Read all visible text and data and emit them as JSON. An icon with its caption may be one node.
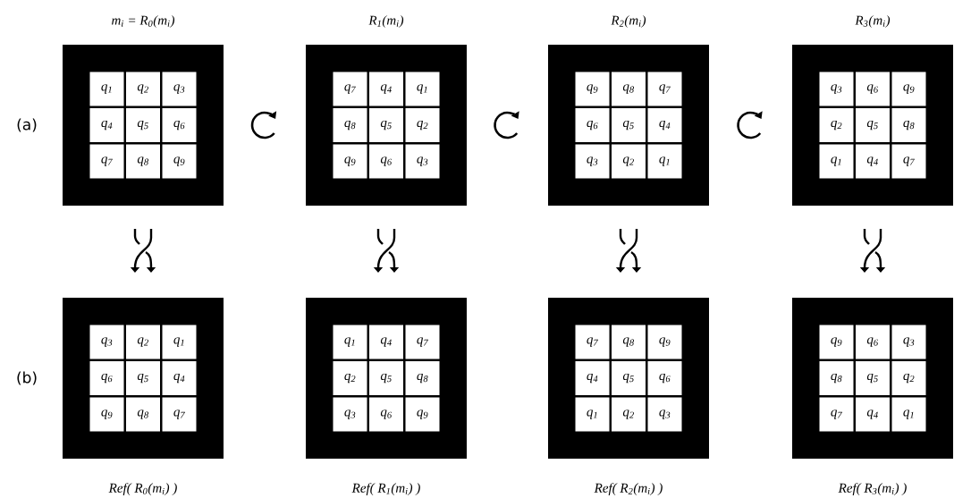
{
  "diagram": {
    "nodes": [
      {
        "text": [
          "m$_{i}$ = R$_{0}$(m$_{i}$)"
        ]
      },
      {
        "text": [
          "q$_{1}$"
        ],
        "in": 0
      },
      {
        "text": [
          "q$_{2}$"
        ],
        "in": 0
      },
      {
        "text": [
          "q$_{3}$"
        ],
        "in": 0
      },
      {
        "text": [
          "q$_{4}$"
        ],
        "in": 0
      },
      {
        "text": [
          "q$_{5}$"
        ],
        "in": 0
      },
      {
        "text": [
          "q$_{6}$"
        ],
        "in": 0
      },
      {
        "text": [
          "q$_{7}$"
        ],
        "in": 0
      },
      {
        "text": [
          "q$_{8}$"
        ],
        "in": 0
      },
      {
        "text": [
          "q$_{9}$"
        ],
        "in": 0
      },
      {
        "text": [
          "R$_{1}$(m$_{i}$)"
        ]
      },
      {
        "text": [
          "q$_{7}$"
        ],
        "in": 10
      },
      {
        "text": [
          "q$_{4}$"
        ],
        "in": 10
      },
      {
        "text": [
          "q$_{1}$"
        ],
        "in": 10
      },
      {
        "text": [
          "q$_{8}$"
        ],
        "in": 10
      },
      {
        "text": [
          "q$_{5}$"
        ],
        "in": 10
      },
      {
        "text": [
          "q$_{2}$"
        ],
        "in": 10
      },
      {
        "text": [
          "q$_{9}$"
        ],
        "in": 10
      },
      {
        "text": [
          "q$_{6}$"
        ],
        "in": 10
      },
      {
        "text": [
          "q$_{3}$"
        ],
        "in": 10
      },
      {
        "text": [
          "R$_{2}$(m$_{i}$)"
        ]
      },
      {
        "text": [
          "q$_{9}$"
        ],
        "in": 20
      },
      {
        "text": [
          "q$_{8}$"
        ],
        "in": 20
      },
      {
        "text": [
          "q$_{7}$"
        ],
        "in": 20
      },
      {
        "text": [
          "q$_{6}$"
        ],
        "in": 20
      },
      {
        "text": [
          "q$_{5}$"
        ],
        "in": 20
      },
      {
        "text": [
          "q$_{4}$"
        ],
        "in": 20
      },
      {
        "text": [
          "q$_{3}$"
        ],
        "in": 20
      },
      {
        "text": [
          "q$_{2}$"
        ],
        "in": 20
      },
      {
        "text": [
          "q$_{1}$"
        ],
        "in": 20
      },
      {
        "text": [
          "R$_{3}$(m$_{i}$)"
        ]
      },
      {
        "text": [
          "q$_{3}$"
        ],
        "in": 30
      },
      {
        "text": [
          "q$_{6}$"
        ],
        "in": 30
      },
      {
        "text": [
          "q$_{9}$"
        ],
        "in": 30
      },
      {
        "text": [
          "q$_{2}$"
        ],
        "in": 30
      },
      {
        "text": [
          "q$_{5}$"
        ],
        "in": 30
      },
      {
        "text": [
          "q$_{8}$"
        ],
        "in": 30
      },
      {
        "text": [
          "q$_{1}$"
        ],
        "in": 30
      },
      {
        "text": [
          "q$_{4}$"
        ],
        "in": 30
      },
      {
        "text": [
          "q$_{7}$"
        ],
        "in": 30
      },
      {
        "text": [
          "Ref( R$_{0}$(m$_{i}$) )"
        ]
      },
      {
        "text": [
          "q$_{3}$"
        ],
        "in": 40
      },
      {
        "text": [
          "q$_{2}$"
        ],
        "in": 40
      },
      {
        "text": [
          "q$_{1}$"
        ],
        "in": 40
      },
      {
        "text": [
          "q$_{6}$"
        ],
        "in": 40
      },
      {
        "text": [
          "q$_{5}$"
        ],
        "in": 40
      },
      {
        "text": [
          "q$_{4}$"
        ],
        "in": 40
      },
      {
        "text": [
          "q$_{9}$"
        ],
        "in": 40
      },
      {
        "text": [
          "q$_{8}$"
        ],
        "in": 40
      },
      {
        "text": [
          "q$_{7}$"
        ],
        "in": 40
      },
      {
        "text": [
          "Ref( R$_{1}$(m$_{i}$) )"
        ]
      },
      {
        "text": [
          "q$_{1}$"
        ],
        "in": 50
      },
      {
        "text": [
          "q$_{4}$"
        ],
        "in": 50
      },
      {
        "text": [
          "q$_{7}$"
        ],
        "in": 50
      },
      {
        "text": [
          "q$_{2}$"
        ],
        "in": 50
      },
      {
        "text": [
          "q$_{5}$"
        ],
        "in": 50
      },
      {
        "text": [
          "q$_{8}$"
        ],
        "in": 50
      },
      {
        "text": [
          "q$_{3}$"
        ],
        "in": 50
      },
      {
        "text": [
          "q$_{6}$"
        ],
        "in": 50
      },
      {
        "text": [
          "q$_{9}$"
        ],
        "in": 50
      },
      {
        "text": [
          "Ref( R$_{2}$(m$_{i}$) )"
        ]
      },
      {
        "text": [
          "q$_{7}$"
        ],
        "in": 60
      },
      {
        "text": [
          "q$_{8}$"
        ],
        "in": 60
      },
      {
        "text": [
          "q$_{9}$"
        ],
        "in": 60
      },
      {
        "text": [
          "q$_{4}$"
        ],
        "in": 60
      },
      {
        "text": [
          "q$_{5}$"
        ],
        "in": 60
      },
      {
        "text": [
          "q$_{6}$"
        ],
        "in": 60
      },
      {
        "text": [
          "q$_{1}$"
        ],
        "in": 60
      },
      {
        "text": [
          "q$_{2}$"
        ],
        "in": 60
      },
      {
        "text": [
          "q$_{3}$"
        ],
        "in": 60
      },
      {
        "text": [
          "Ref( R$_{3}$(m$_{i}$) )"
        ]
      },
      {
        "text": [
          "q$_{9}$"
        ],
        "in": 70
      },
      {
        "text": [
          "q$_{6}$"
        ],
        "in": 70
      },
      {
        "text": [
          "q$_{3}$"
        ],
        "in": 70
      },
      {
        "text": [
          "q$_{8}$"
        ],
        "in": 70
      },
      {
        "text": [
          "q$_{5}$"
        ],
        "in": 70
      },
      {
        "text": [
          "q$_{2}$"
        ],
        "in": 70
      },
      {
        "text": [
          "q$_{7}$"
        ],
        "in": 70
      },
      {
        "text": [
          "q$_{4}$"
        ],
        "in": 70
      },
      {
        "text": [
          "q$_{1}$"
        ],
        "in": 70
      }
    ],
    "labels": [
      "(a)",
      "(b)"
    ]
  }
}
